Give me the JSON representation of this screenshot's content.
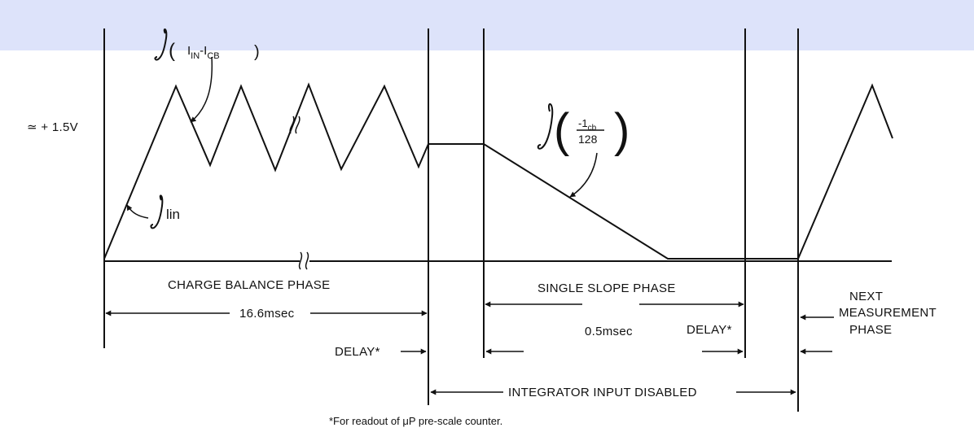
{
  "colors": {
    "banner": "#dde3fa",
    "ink": "#111111"
  },
  "annotations": {
    "voltage": "≃ + 1.5V",
    "integral_main_open": "(",
    "integral_main_i_in": "I",
    "integral_main_sub_in": "IN",
    "integral_main_dash": "-I",
    "integral_main_sub_cb": "CB",
    "integral_main_close": ")",
    "integral_lin": "lin",
    "integral_slope_num": "-1",
    "integral_slope_num_sub": "cb",
    "integral_slope_den": "128"
  },
  "phases": {
    "charge_balance": "CHARGE BALANCE PHASE",
    "single_slope": "SINGLE SLOPE PHASE",
    "next_line1": "NEXT",
    "next_line2": "MEASUREMENT",
    "next_line3": "PHASE"
  },
  "timing": {
    "charge_time": "16.6msec",
    "slope_time": "0.5msec",
    "delay_left": "DELAY*",
    "delay_right": "DELAY*",
    "integrator_disabled": "INTEGRATOR INPUT DISABLED"
  },
  "footnote": "*For readout of μP pre-scale counter."
}
